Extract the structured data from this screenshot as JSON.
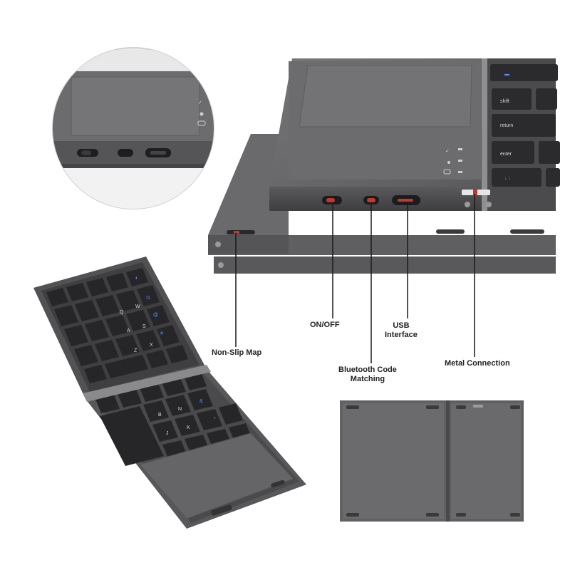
{
  "callouts": {
    "on_off": "ON/OFF",
    "usb_line1": "USB",
    "usb_line2": "Interface",
    "non_slip": "Non-Slip Map",
    "bt_line1": "Bluetooth Code",
    "bt_line2": "Matching",
    "metal": "Metal Connection"
  },
  "key_labels": {
    "shift": "shift",
    "return": "return",
    "enter": "enter"
  },
  "colors": {
    "background": "#ffffff",
    "device_dark": "#4a4a4c",
    "device_mid": "#6e6e70",
    "device_light": "#8a8a8c",
    "key": "#2b2b2d",
    "port_highlight": "#c0392b",
    "leader_line": "#1a1a1a",
    "blue_legend": "#5a8cff"
  }
}
